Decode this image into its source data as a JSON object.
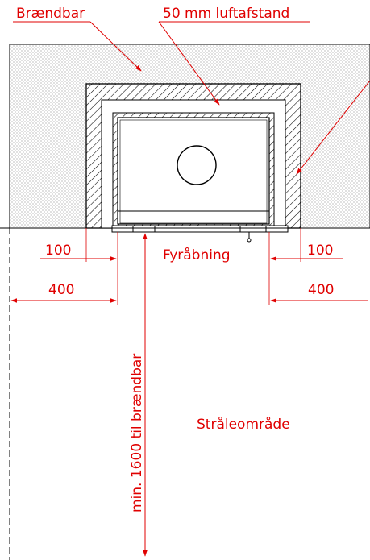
{
  "labels": {
    "combustible": "Brændbar",
    "air_gap": "50 mm luftafstand",
    "fire_opening": "Fyråbning",
    "radiation_area": "Stråleområde",
    "min_distance": "min. 1600 til brændbar"
  },
  "dimensions": {
    "left_side_offset": "100",
    "right_side_offset": "100",
    "left_zone": "400",
    "right_zone": "400"
  },
  "colors": {
    "annotation": "#e00000",
    "line": "#000000",
    "wall_fill": "#e8e8e8"
  }
}
